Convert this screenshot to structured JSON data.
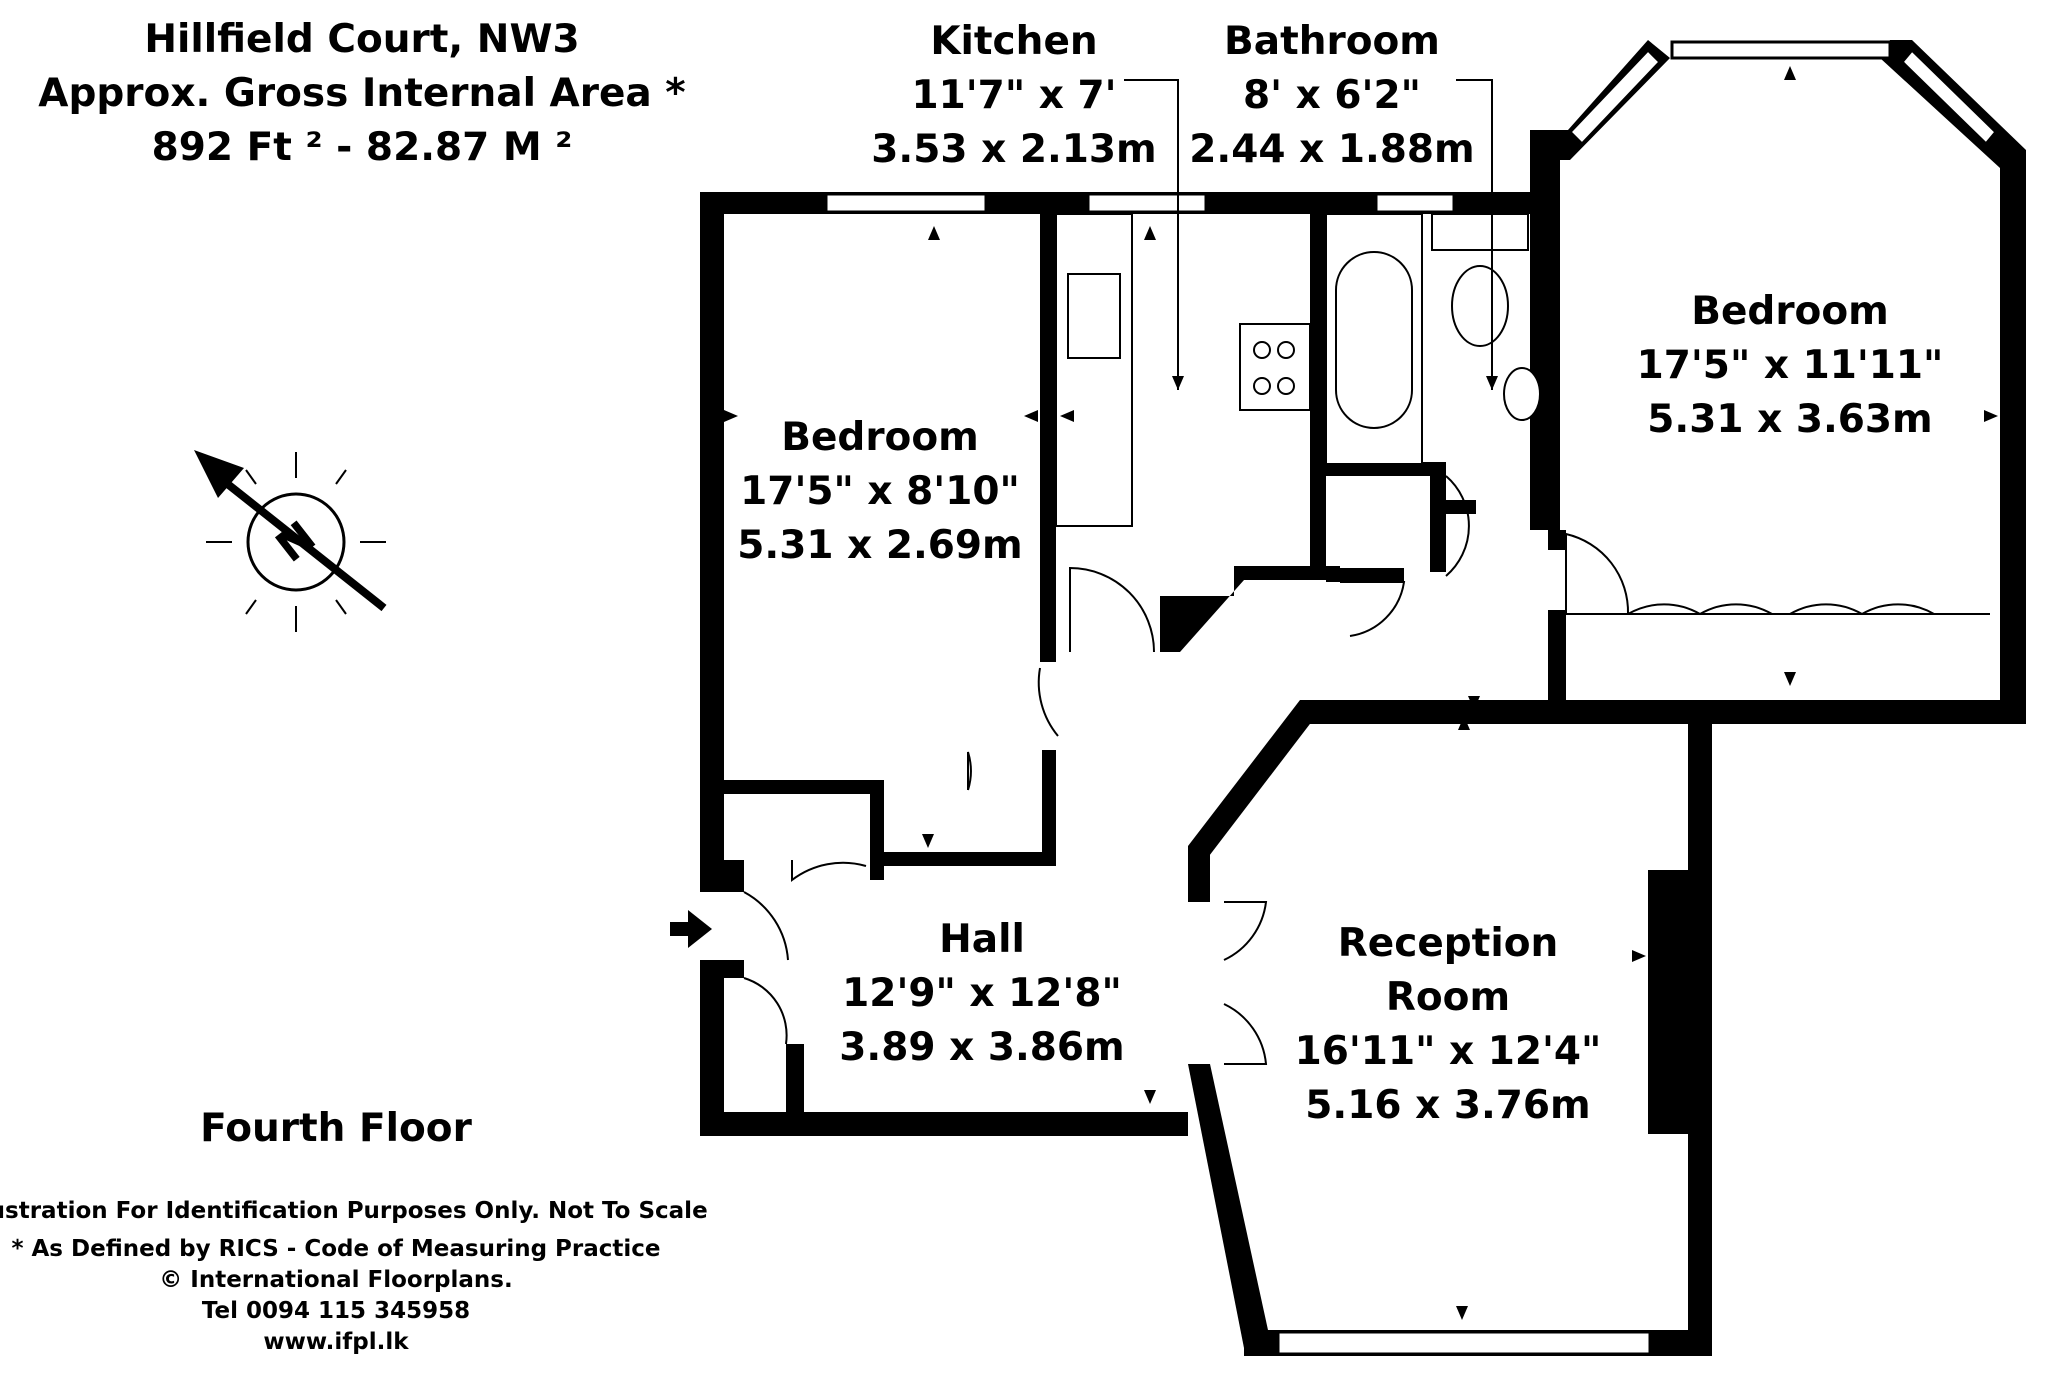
{
  "header": {
    "line1": "Hillfield Court, NW3",
    "line2": "Approx. Gross Internal Area *",
    "line3": "892 Ft ² - 82.87 M ²"
  },
  "rooms": {
    "kitchen": {
      "name": "Kitchen",
      "imperial": "11'7\" x 7'",
      "metric": "3.53 x 2.13m"
    },
    "bathroom": {
      "name": "Bathroom",
      "imperial": "8' x 6'2\"",
      "metric": "2.44 x 1.88m"
    },
    "bedroom1": {
      "name": "Bedroom",
      "imperial": "17'5\" x 8'10\"",
      "metric": "5.31 x 2.69m"
    },
    "bedroom2": {
      "name": "Bedroom",
      "imperial": "17'5\" x 11'11\"",
      "metric": "5.31 x 3.63m"
    },
    "hall": {
      "name": "Hall",
      "imperial": "12'9\" x 12'8\"",
      "metric": "3.89 x 3.86m"
    },
    "reception": {
      "name_line1": "Reception",
      "name_line2": "Room",
      "imperial": "16'11\" x 12'4\"",
      "metric": "5.16 x 3.76m"
    }
  },
  "compass": {
    "letter": "N"
  },
  "floor_label": "Fourth Floor",
  "footer": {
    "line1": "Illustration For Identification Purposes Only. Not To Scale",
    "line2": "* As Defined by RICS - Code of Measuring Practice",
    "line3": "© International Floorplans.",
    "line4": "Tel 0094 115 345958",
    "line5": "www.ifpl.lk"
  }
}
